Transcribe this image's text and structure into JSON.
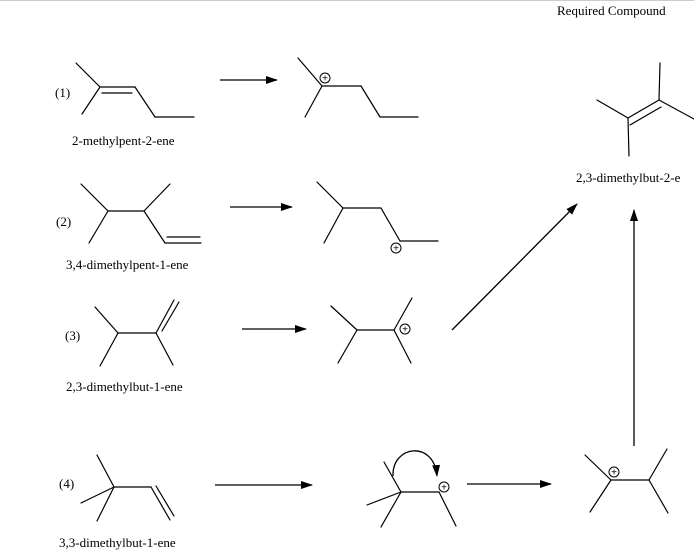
{
  "header": {
    "title": "Required Compound"
  },
  "product": {
    "name": "2,3-dimethylbut-2-e"
  },
  "reactions": [
    {
      "number": "(1)",
      "reactant_name": "2-methylpent-2-ene"
    },
    {
      "number": "(2)",
      "reactant_name": "3,4-dimethylpent-1-ene"
    },
    {
      "number": "(3)",
      "reactant_name": "2,3-dimethylbut-1-ene"
    },
    {
      "number": "(4)",
      "reactant_name": "3,3-dimethylbut-1-ene"
    }
  ],
  "charge_symbol": "+"
}
